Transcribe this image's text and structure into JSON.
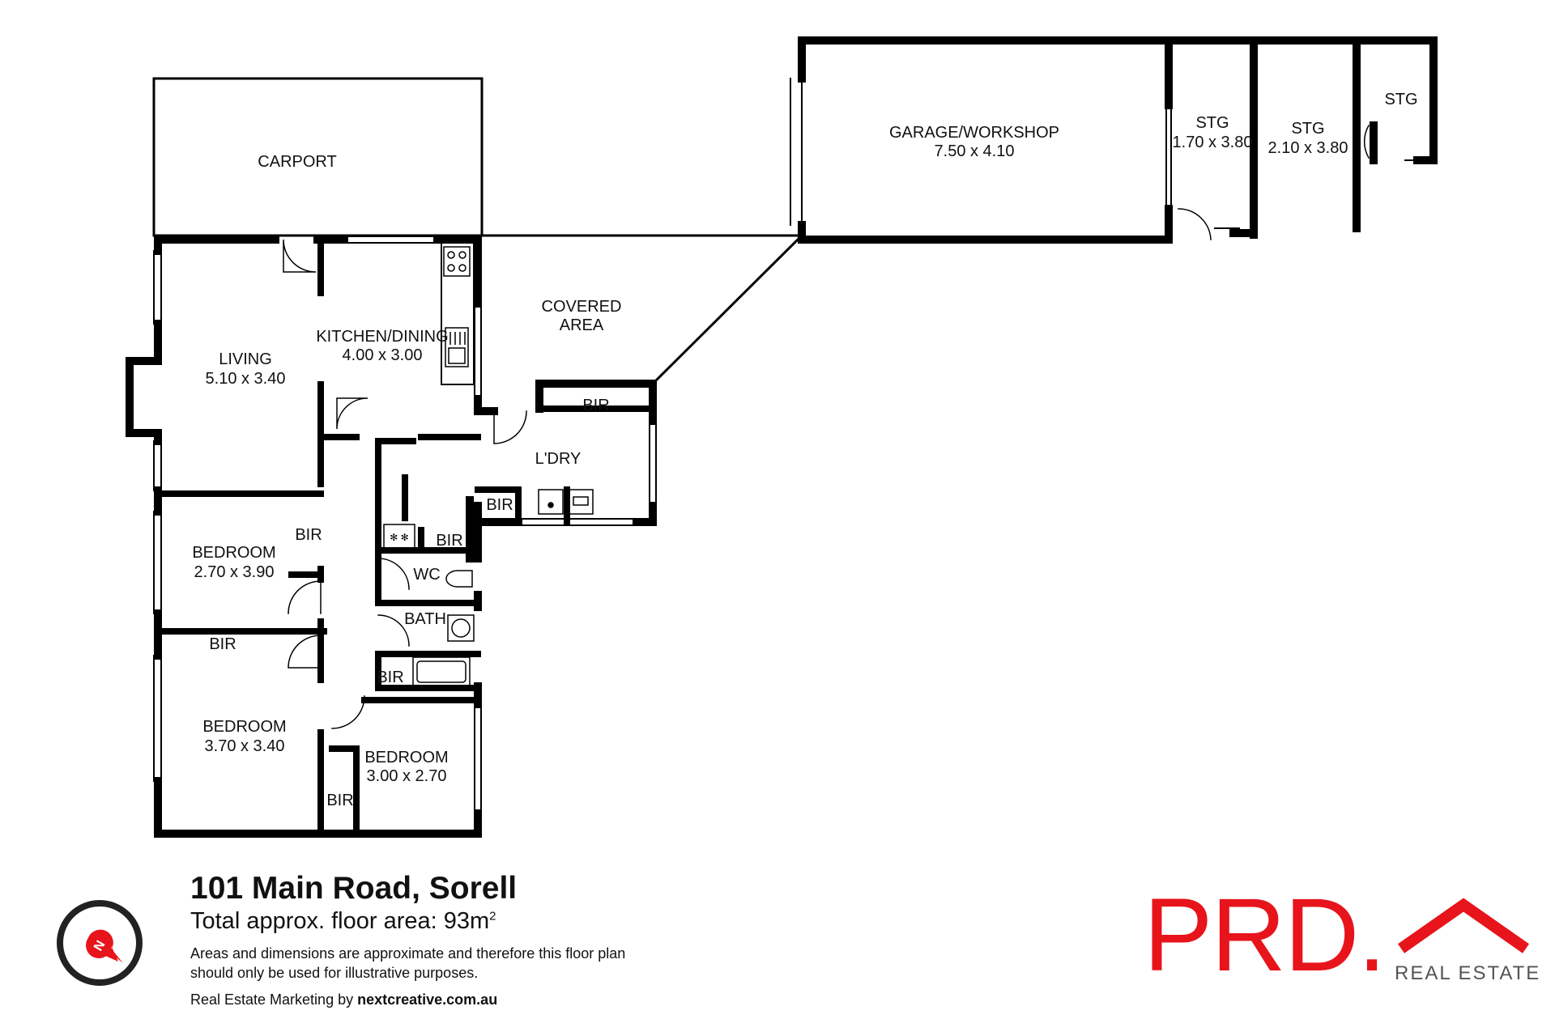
{
  "rooms": {
    "carport": "CARPORT",
    "garage": "GARAGE/WORKSHOP",
    "garage_dim": "7.50 x 4.10",
    "stg1": "STG",
    "stg1_dim": "1.70 x 3.80",
    "stg2": "STG",
    "stg2_dim": "2.10 x 3.80",
    "stg3": "STG",
    "covered1": "COVERED",
    "covered2": "AREA",
    "living": "LIVING",
    "living_dim": "5.10 x 3.40",
    "kitchen": "KITCHEN/DINING",
    "kitchen_dim": "4.00 x 3.00",
    "laundry": "L'DRY",
    "bir_laundry_top": "BIR",
    "bir_laundry_left": "BIR",
    "bir_hall": "BIR",
    "bed1": "BEDROOM",
    "bed1_dim": "2.70 x 3.90",
    "bir_bed1": "BIR",
    "bir_bed2": "BIR",
    "wc": "WC",
    "bath": "BATH",
    "bir_bath": "BIR",
    "bed2": "BEDROOM",
    "bed2_dim": "3.70 x 3.40",
    "bed3": "BEDROOM",
    "bed3_dim": "3.00 x 2.70",
    "bir_bed3": "BIR"
  },
  "footer": {
    "address": "101 Main Road, Sorell",
    "area_label": "Total approx. floor area: 93m",
    "area_sup": "2",
    "disclaimer": "Areas and dimensions are approximate and therefore this floor plan should only be used for illustrative purposes.",
    "credit_prefix": "Real Estate Marketing by ",
    "credit_site": "nextcreative.com.au"
  },
  "logo": {
    "brand": "PRD.",
    "tagline": "REAL ESTATE",
    "color": "#e8141b"
  },
  "icons": [
    "compass-icon",
    "stove-icon",
    "sink-icon",
    "toilet-icon",
    "basin-icon",
    "bathtub-icon",
    "washer-icon",
    "shower-icon"
  ]
}
